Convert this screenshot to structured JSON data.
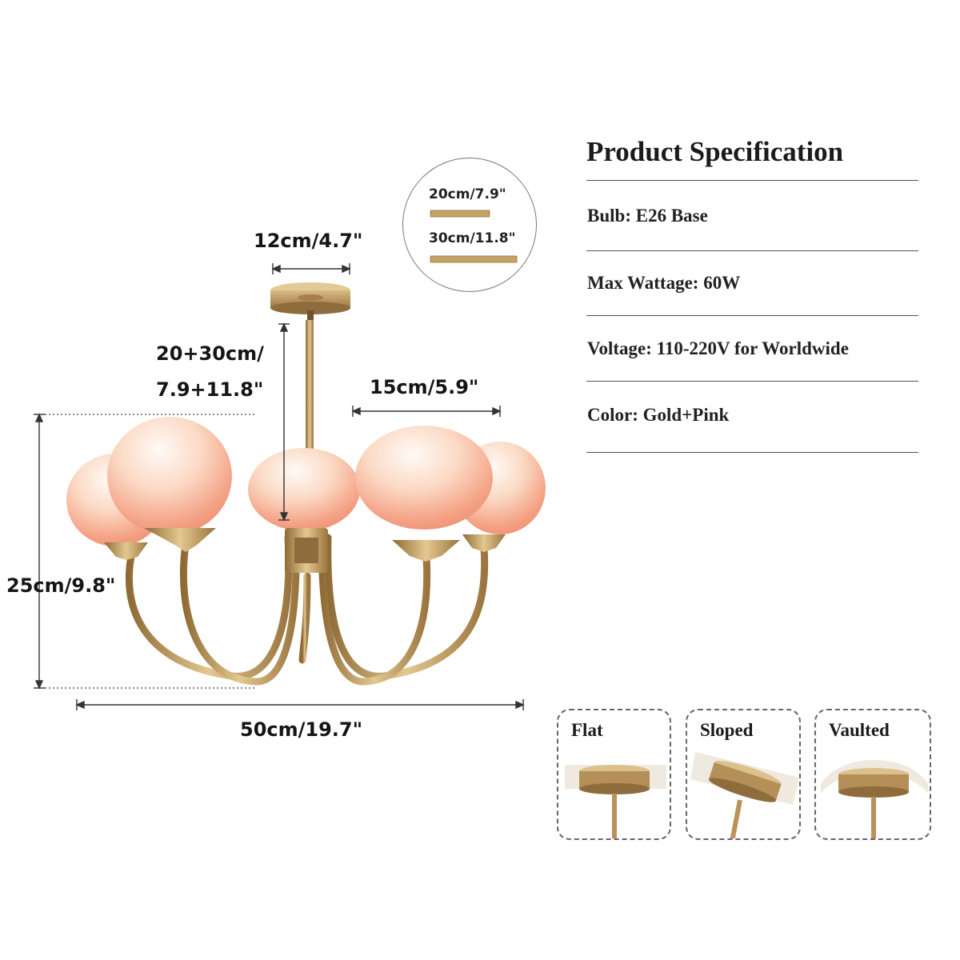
{
  "dimensions": {
    "canopy_width": "12cm/4.7\"",
    "rod_length_line1": "20+30cm/",
    "rod_length_line2": "7.9+11.8\"",
    "globe_diameter": "15cm/5.9\"",
    "height": "25cm/9.8\"",
    "width": "50cm/19.7\""
  },
  "rod_legend": {
    "rod_1": "20cm/7.9\"",
    "rod_2": "30cm/11.8\""
  },
  "specification": {
    "title": "Product Specification",
    "items": [
      "Bulb: E26 Base",
      "Max Wattage: 60W",
      "Voltage: 110-220V for Worldwide",
      "Color: Gold+Pink"
    ]
  },
  "mounting": [
    {
      "label": "Flat",
      "icon": "flat-ceiling-mount-icon"
    },
    {
      "label": "Sloped",
      "icon": "sloped-ceiling-mount-icon"
    },
    {
      "label": "Vaulted",
      "icon": "vaulted-ceiling-mount-icon"
    }
  ],
  "colors": {
    "gold": "#b8945a",
    "pink_globe": "#f2a588",
    "text": "#1b1b1b"
  }
}
